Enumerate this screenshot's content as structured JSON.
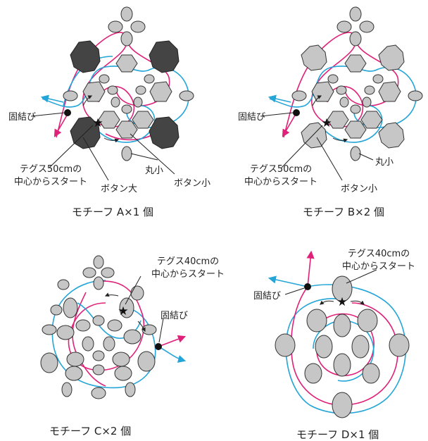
{
  "colors": {
    "pink_thread": "#e0217a",
    "blue_thread": "#24a5d8",
    "bead_fill": "#c6c6c6",
    "large_button_fill": "#444444",
    "knot": "#111111"
  },
  "motif_a": {
    "caption": "モチーフ A×1 個",
    "knot_label": "固結び",
    "start_label_line1": "テグス50cmの",
    "start_label_line2": "中心からスタート",
    "small_round_label": "丸小",
    "large_button_label": "ボタン大",
    "small_button_label": "ボタン小"
  },
  "motif_b": {
    "caption": "モチーフ B×2 個",
    "knot_label": "固結び",
    "start_label_line1": "テグス50cmの",
    "start_label_line2": "中心からスタート",
    "small_round_label": "丸小",
    "small_button_label": "ボタン小"
  },
  "motif_c": {
    "caption": "モチーフ C×2 個",
    "start_label_line1": "テグス40cmの",
    "start_label_line2": "中心からスタート",
    "knot_label": "固結び"
  },
  "motif_d": {
    "caption": "モチーフ D×1 個",
    "start_label_line1": "テグス40cmの",
    "start_label_line2": "中心からスタート",
    "knot_label": "固結び"
  }
}
